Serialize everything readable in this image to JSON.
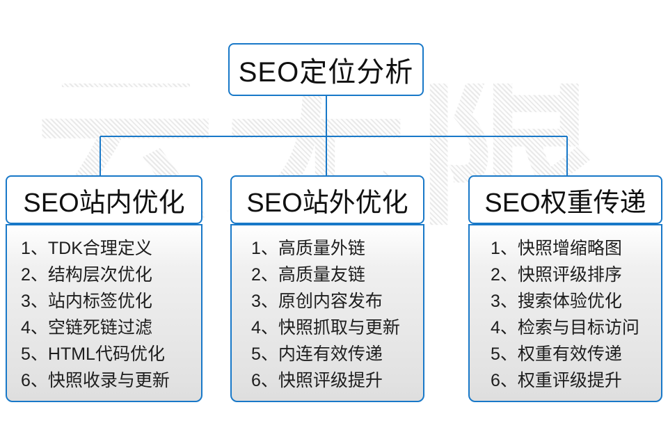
{
  "diagram": {
    "root": {
      "label": "SEO定位分析"
    },
    "watermark_text": "云无限",
    "accent_color": "#1878c8",
    "branches": [
      {
        "header": "SEO站内优化",
        "items": [
          "1、TDK合理定义",
          "2、结构层次优化",
          "3、站内标签优化",
          "4、空链死链过滤",
          "5、HTML代码优化",
          "6、快照收录与更新"
        ]
      },
      {
        "header": "SEO站外优化",
        "items": [
          "1、高质量外链",
          "2、高质量友链",
          "3、原创内容发布",
          "4、快照抓取与更新",
          "5、内连有效传递",
          "6、快照评级提升"
        ]
      },
      {
        "header": "SEO权重传递",
        "items": [
          "1、快照增缩略图",
          "2、快照评级排序",
          "3、搜索体验优化",
          "4、检索与目标访问",
          "5、权重有效传递",
          "6、权重评级提升"
        ]
      }
    ]
  }
}
